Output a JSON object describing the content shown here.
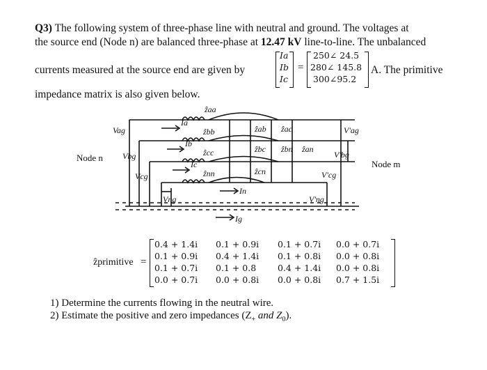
{
  "question": {
    "number": "Q3)",
    "line1": "The following system of three-phase line with neutral and ground. The voltages at",
    "line2": "the source end (Node n) are balanced three-phase at ",
    "voltage": "12.47 kV",
    "line2b": " line-to-line. The unbalanced",
    "line3": "currents measured at the source end are given by",
    "line3b": "A. The primitive",
    "line4": "impedance matrix is also given below."
  },
  "currents": {
    "labels": [
      "Ia",
      "Ib",
      "Ic"
    ],
    "values": [
      "250∠ 24.5",
      "280∠ 145.8",
      "300∠95.2"
    ]
  },
  "diagram": {
    "node_left": "Node n",
    "node_right": "Node m",
    "impedances": [
      "ẑaa",
      "ẑbb",
      "ẑcc",
      "ẑnn",
      "ẑab",
      "ẑac",
      "ẑbc",
      "ẑbn",
      "ẑan",
      "ẑcn"
    ],
    "currents": [
      "Ia",
      "Ib",
      "Ic",
      "In",
      "Ig"
    ],
    "voltages_left": [
      "Vag",
      "Vbg",
      "Vcg",
      "Vng"
    ],
    "voltages_right": [
      "V'ag",
      "V'bg",
      "V'cg",
      "V'ng"
    ]
  },
  "matrix": {
    "label": "ẑprimitive",
    "eq": "=",
    "rows": [
      [
        "0.4 + 1.4i",
        "0.1 + 0.9i",
        "0.1 + 0.7i",
        "0.0 + 0.7i"
      ],
      [
        "0.1 + 0.9i",
        "0.4 + 1.4i",
        "0.1 + 0.8i",
        "0.0 + 0.8i"
      ],
      [
        "0.1 + 0.7i",
        "0.1 + 0.8",
        "0.4 + 1.4i",
        "0.0 + 0.8i"
      ],
      [
        "0.0 + 0.7i",
        "0.0 + 0.8i",
        "0.0 + 0.8i",
        "0.7 + 1.5i"
      ]
    ]
  },
  "tasks": [
    "1)  Determine the currents flowing in the neutral wire.",
    "2)  Estimate the positive and zero impedances (Z",
    "and Z",
    ")."
  ],
  "task2_subs": [
    "+",
    "0"
  ]
}
